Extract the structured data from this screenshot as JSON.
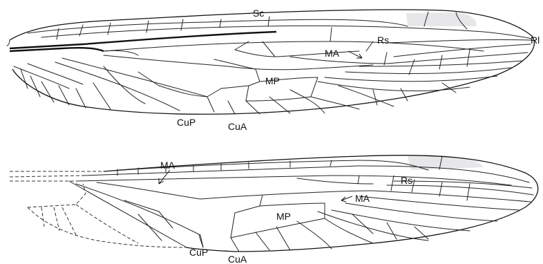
{
  "labels": {
    "upper": {
      "sc": "Sc",
      "rs": "Rs",
      "ma": "MA",
      "rl": "Rl",
      "mp": "MP",
      "cup": "CuP",
      "cua": "CuA"
    },
    "lower": {
      "ma_basal": "MA",
      "rs": "Rs",
      "ma": "MA",
      "mp": "MP",
      "cup": "CuP",
      "cua": "CuA"
    }
  },
  "colors": {
    "vein": "#222222",
    "pterostigma": "#e7e7e9",
    "background": "#ffffff"
  }
}
